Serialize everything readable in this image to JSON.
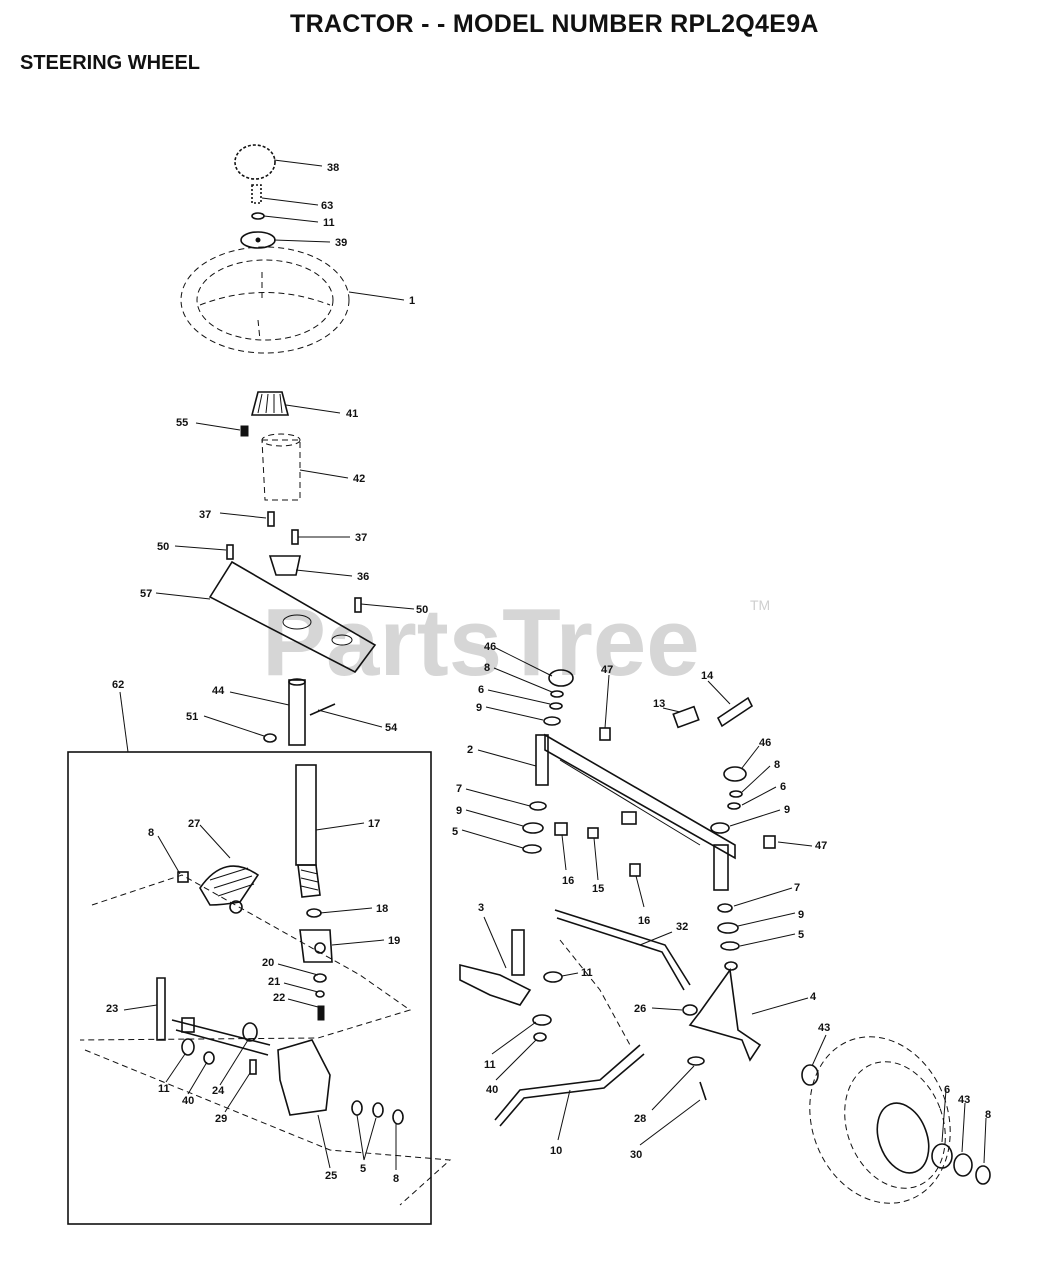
{
  "header": {
    "title": "TRACTOR - - MODEL NUMBER RPL2Q4E9A",
    "section": "STEERING WHEEL"
  },
  "watermark": {
    "text": "PartsTree",
    "trademark": "TM"
  },
  "callouts": [
    {
      "id": "c38",
      "label": "38"
    },
    {
      "id": "c63",
      "label": "63"
    },
    {
      "id": "c11a",
      "label": "11"
    },
    {
      "id": "c39",
      "label": "39"
    },
    {
      "id": "c1",
      "label": "1"
    },
    {
      "id": "c41",
      "label": "41"
    },
    {
      "id": "c55",
      "label": "55"
    },
    {
      "id": "c42",
      "label": "42"
    },
    {
      "id": "c37a",
      "label": "37"
    },
    {
      "id": "c37b",
      "label": "37"
    },
    {
      "id": "c50a",
      "label": "50"
    },
    {
      "id": "c36",
      "label": "36"
    },
    {
      "id": "c57",
      "label": "57"
    },
    {
      "id": "c50b",
      "label": "50"
    },
    {
      "id": "c62",
      "label": "62"
    },
    {
      "id": "c44",
      "label": "44"
    },
    {
      "id": "c51",
      "label": "51"
    },
    {
      "id": "c54",
      "label": "54"
    },
    {
      "id": "c17",
      "label": "17"
    },
    {
      "id": "c8a",
      "label": "8"
    },
    {
      "id": "c27",
      "label": "27"
    },
    {
      "id": "c18",
      "label": "18"
    },
    {
      "id": "c19",
      "label": "19"
    },
    {
      "id": "c20",
      "label": "20"
    },
    {
      "id": "c21",
      "label": "21"
    },
    {
      "id": "c22",
      "label": "22"
    },
    {
      "id": "c23",
      "label": "23"
    },
    {
      "id": "c11b",
      "label": "11"
    },
    {
      "id": "c40a",
      "label": "40"
    },
    {
      "id": "c24",
      "label": "24"
    },
    {
      "id": "c29",
      "label": "29"
    },
    {
      "id": "c25",
      "label": "25"
    },
    {
      "id": "c5a",
      "label": "5"
    },
    {
      "id": "c8b",
      "label": "8"
    },
    {
      "id": "c46a",
      "label": "46"
    },
    {
      "id": "c8c",
      "label": "8"
    },
    {
      "id": "c6a",
      "label": "6"
    },
    {
      "id": "c9a",
      "label": "9"
    },
    {
      "id": "c47a",
      "label": "47"
    },
    {
      "id": "c14",
      "label": "14"
    },
    {
      "id": "c13",
      "label": "13"
    },
    {
      "id": "c2",
      "label": "2"
    },
    {
      "id": "c7a",
      "label": "7"
    },
    {
      "id": "c9b",
      "label": "9"
    },
    {
      "id": "c5b",
      "label": "5"
    },
    {
      "id": "c16a",
      "label": "16"
    },
    {
      "id": "c15",
      "label": "15"
    },
    {
      "id": "c46b",
      "label": "46"
    },
    {
      "id": "c8d",
      "label": "8"
    },
    {
      "id": "c6b",
      "label": "6"
    },
    {
      "id": "c9c",
      "label": "9"
    },
    {
      "id": "c47b",
      "label": "47"
    },
    {
      "id": "c16b",
      "label": "16"
    },
    {
      "id": "c7b",
      "label": "7"
    },
    {
      "id": "c9d",
      "label": "9"
    },
    {
      "id": "c5c",
      "label": "5"
    },
    {
      "id": "c3",
      "label": "3"
    },
    {
      "id": "c32",
      "label": "32"
    },
    {
      "id": "c11c",
      "label": "11"
    },
    {
      "id": "c26",
      "label": "26"
    },
    {
      "id": "c4",
      "label": "4"
    },
    {
      "id": "c43a",
      "label": "43"
    },
    {
      "id": "c11d",
      "label": "11"
    },
    {
      "id": "c40b",
      "label": "40"
    },
    {
      "id": "c28",
      "label": "28"
    },
    {
      "id": "c10",
      "label": "10"
    },
    {
      "id": "c30",
      "label": "30"
    },
    {
      "id": "c6c",
      "label": "6"
    },
    {
      "id": "c43b",
      "label": "43"
    },
    {
      "id": "c8e",
      "label": "8"
    }
  ]
}
